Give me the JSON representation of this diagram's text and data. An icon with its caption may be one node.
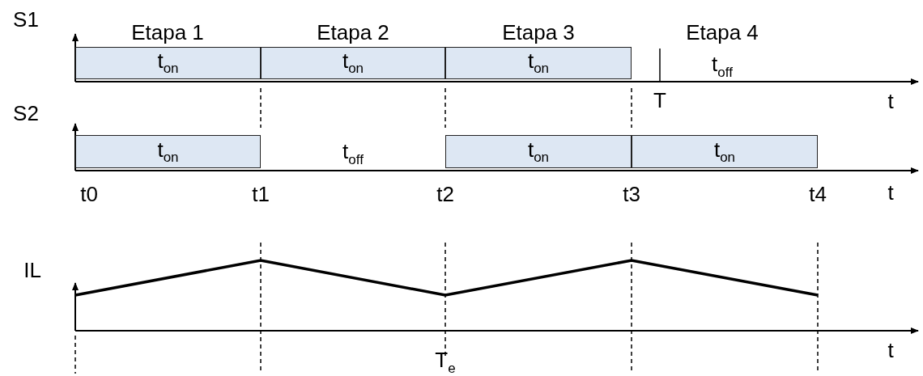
{
  "diagram": {
    "nodes": [
      {
        "text": [
          "t$_{on}$"
        ]
      },
      {
        "text": [
          "t$_{on}$"
        ]
      },
      {
        "text": [
          "t$_{on}$"
        ]
      },
      {
        "text": [
          "t$_{on}$"
        ]
      },
      {
        "text": [
          "t$_{on}$"
        ]
      },
      {
        "text": [
          "t$_{on}$"
        ]
      }
    ],
    "labels": [
      "S1",
      "Etapa 1",
      "Etapa 2",
      "Etapa 3",
      "Etapa 4",
      "t$_{off}$",
      "T",
      "t",
      "S2",
      "t$_{off}$",
      "t0",
      "t1",
      "t2",
      "t3",
      "t4",
      "t",
      "IL",
      "t",
      "T$_{e}$"
    ]
  }
}
